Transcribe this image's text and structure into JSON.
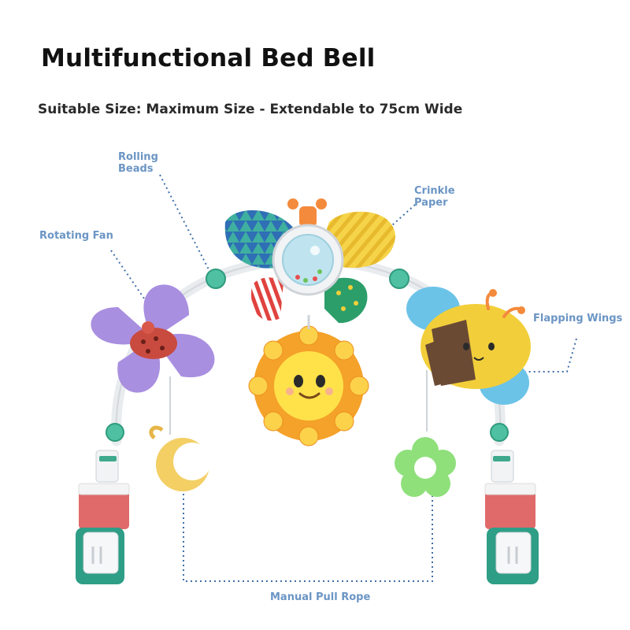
{
  "title": "Multifunctional Bed Bell",
  "subtitle": "Suitable Size: Maximum Size - Extendable to 75cm Wide",
  "callouts": {
    "rolling_beads": "Rolling Beads",
    "crinkle_paper": "Crinkle Paper",
    "rotating_fan": "Rotating Fan",
    "flapping_wings": "Flapping Wings",
    "manual_pull_rope": "Manual Pull Rope"
  },
  "colors": {
    "callout_text": "#6b95c4",
    "leader_line": "#3f6fa8",
    "fan_purple": "#a98fe0",
    "sun_orange": "#f4a229",
    "bee_yellow": "#f2cf3a",
    "wing_blue": "#6cc3e8",
    "clip_red": "#e06a6a",
    "clip_teal": "#3ea98d"
  },
  "icons": [
    "pinwheel-fan-icon",
    "ladybug-icon",
    "sun-face-icon",
    "bee-icon",
    "moon-ring-icon",
    "flower-ring-icon",
    "bead-ball-icon"
  ]
}
